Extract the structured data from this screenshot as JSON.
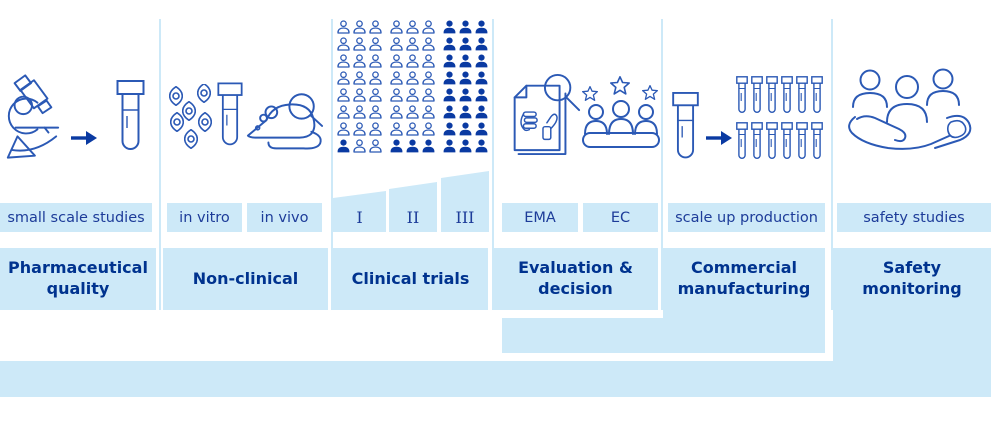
{
  "colors": {
    "panel": "#cde9f8",
    "navy_title": "#00338f",
    "navy_label": "#1d3c99",
    "icon_stroke": "#2b59b5",
    "icon_fill": "#0a3aa2"
  },
  "sections": [
    {
      "id": "pharmaceutical-quality",
      "title": "Pharmaceutical\nquality",
      "labels": [
        "small scale studies"
      ]
    },
    {
      "id": "non-clinical",
      "title": "Non-clinical",
      "labels": [
        "in vitro",
        "in vivo"
      ]
    },
    {
      "id": "clinical-trials",
      "title": "Clinical trials",
      "phases": [
        {
          "label": "I",
          "participants_filled": 1,
          "participants_total": 24
        },
        {
          "label": "II",
          "participants_filled": 3,
          "participants_total": 24
        },
        {
          "label": "III",
          "participants_filled": 24,
          "participants_total": 24
        }
      ]
    },
    {
      "id": "evaluation-decision",
      "title": "Evaluation &\ndecision",
      "labels": [
        "EMA",
        "EC"
      ]
    },
    {
      "id": "commercial-manufacturing",
      "title": "Commercial\nmanufacturing",
      "labels": [
        "scale up production"
      ],
      "input_tube_count": 1,
      "output_tube_count": 12
    },
    {
      "id": "safety-monitoring",
      "title": "Safety\nmonitoring",
      "labels": [
        "safety studies"
      ]
    }
  ]
}
